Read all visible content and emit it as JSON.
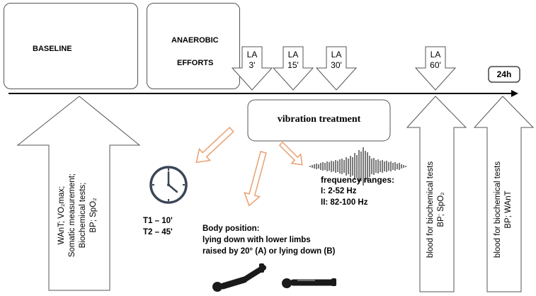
{
  "boxes": {
    "baseline": "BASELINE",
    "anaerobic_line1": "ANAEROBIC",
    "anaerobic_line2": "EFFORTS",
    "vibration": "vibration treatment",
    "h24": "24h"
  },
  "la_arrows": [
    {
      "label": "LA",
      "time": "3'"
    },
    {
      "label": "LA",
      "time": "15'"
    },
    {
      "label": "LA",
      "time": "30'"
    },
    {
      "label": "LA",
      "time": "60'"
    }
  ],
  "baseline_arrow": {
    "line1": "WAnT; VO₂max;",
    "line2": "Somatic measurement;",
    "line3": "Biochemical tests;",
    "line4": "BP; SpO₂"
  },
  "blood_arrow_1": {
    "line1": "blood for biochemical tests",
    "line2": "BP; SpO₂"
  },
  "blood_arrow_2": {
    "line1": "blood for biochemical tests",
    "line2": "BP; WAnT"
  },
  "timing": {
    "t1": "T1 – 10'",
    "t2": "T2 – 45'"
  },
  "frequency": {
    "title": "frequency ranges:",
    "r1": "I: 2-52 Hz",
    "r2": "II: 82-100 Hz"
  },
  "body_position": {
    "line1": "Body position:",
    "line2": "lying down with lower limbs",
    "line3": "raised by 20° (A) or lying down (B)"
  },
  "colors": {
    "orange_arrow": "#e8a070",
    "clock": "#3a4556"
  },
  "icons": [
    "clock-icon",
    "waveform-icon",
    "person-legs-raised-icon",
    "person-lying-icon"
  ]
}
